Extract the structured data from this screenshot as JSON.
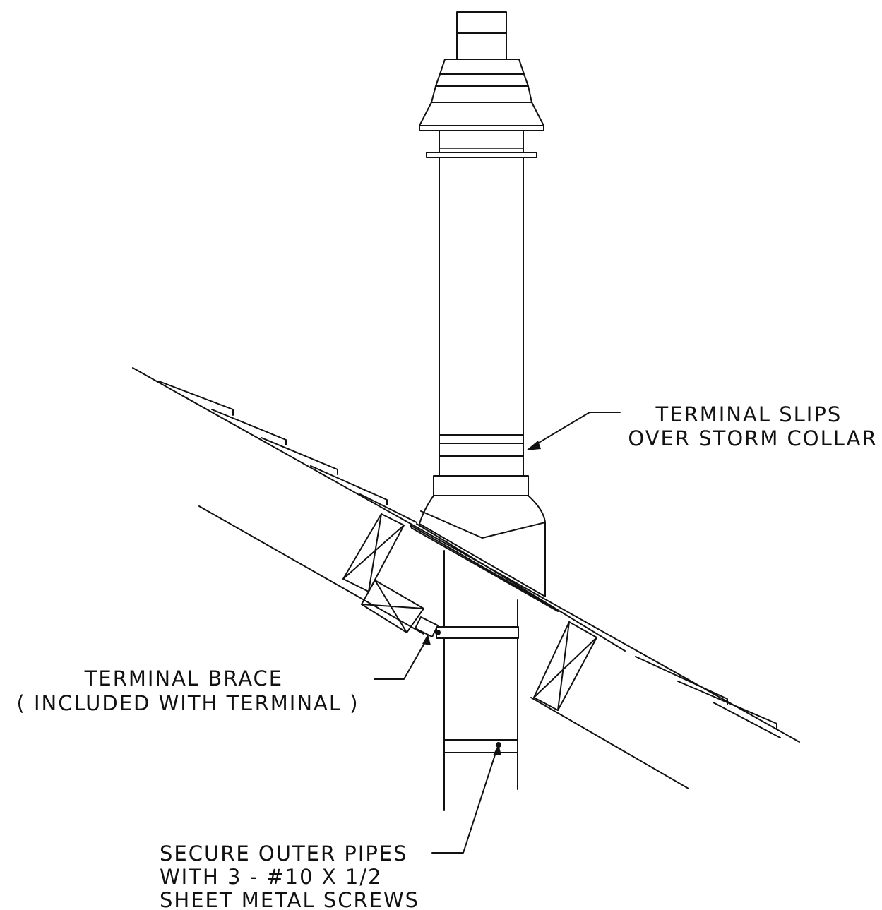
{
  "labels": {
    "terminal_slips": [
      "TERMINAL SLIPS",
      "OVER STORM COLLAR"
    ],
    "terminal_brace": [
      "TERMINAL BRACE",
      "( INCLUDED WITH TERMINAL )"
    ],
    "secure_pipes": [
      "SECURE OUTER PIPES",
      "WITH 3 - #10 X 1/2",
      "SHEET METAL SCREWS"
    ]
  }
}
